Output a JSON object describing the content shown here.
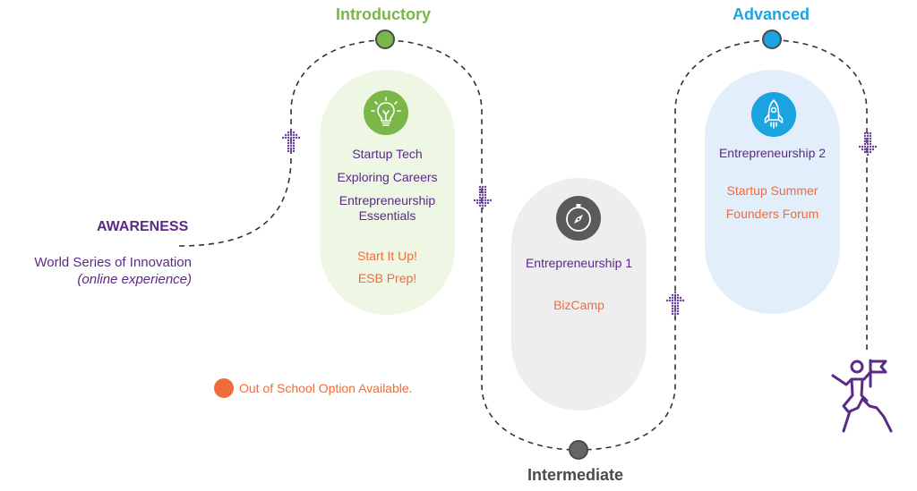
{
  "stages": {
    "introductory": "Introductory",
    "intermediate": "Intermediate",
    "advanced": "Advanced"
  },
  "awareness": {
    "heading": "AWARENESS",
    "program": "World Series of Innovation",
    "note": "(online experience)"
  },
  "introductory_card": {
    "icon": "lightbulb-icon",
    "courses": [
      "Startup Tech",
      "Exploring Careers",
      "Entrepreneurship\nEssentials"
    ],
    "out_of_school": [
      "Start It Up!",
      "ESB Prep!"
    ]
  },
  "intermediate_card": {
    "icon": "compass-icon",
    "courses": [
      "Entrepreneurship 1"
    ],
    "out_of_school": [
      "BizCamp"
    ]
  },
  "advanced_card": {
    "icon": "rocket-icon",
    "courses": [
      "Entrepreneurship 2"
    ],
    "out_of_school": [
      "Startup Summer",
      "Founders Forum"
    ]
  },
  "legend": {
    "label": "Out of School Option Available.",
    "color": "#f26b3a"
  },
  "colors": {
    "introductory": "#7ab648",
    "intermediate": "#666666",
    "advanced": "#1ba3e2",
    "primary_text": "#5b2a86",
    "out_of_school": "#f26b3a"
  },
  "finish_icon": "climber-with-flag-icon"
}
